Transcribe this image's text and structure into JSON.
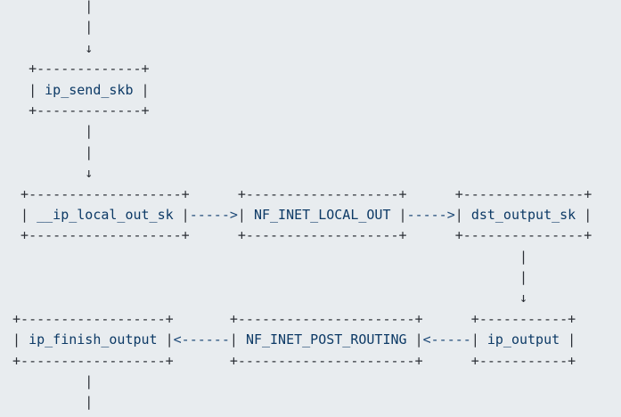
{
  "colors": {
    "background": "#e8ecef",
    "structure": "#2b2f36",
    "identifier": "#0d3a66",
    "arrow": "#1d4977"
  },
  "diagram": {
    "description": "ASCII flow diagram of Linux kernel IP packet output path",
    "nodes": [
      "ip_send_skb",
      "__ip_local_out_sk",
      "NF_INET_LOCAL_OUT",
      "dst_output_sk",
      "ip_output",
      "NF_INET_POST_ROUTING",
      "ip_finish_output"
    ],
    "edges": [
      [
        "ip_send_skb",
        "__ip_local_out_sk"
      ],
      [
        "__ip_local_out_sk",
        "NF_INET_LOCAL_OUT"
      ],
      [
        "NF_INET_LOCAL_OUT",
        "dst_output_sk"
      ],
      [
        "dst_output_sk",
        "ip_output"
      ],
      [
        "ip_output",
        "NF_INET_POST_ROUTING"
      ],
      [
        "NF_INET_POST_ROUTING",
        "ip_finish_output"
      ],
      [
        "ip_finish_output",
        "..."
      ]
    ],
    "lines": [
      [
        [
          "s",
          "          |"
        ]
      ],
      [
        [
          "s",
          "          |"
        ]
      ],
      [
        [
          "s",
          "          ↓"
        ]
      ],
      [
        [
          "s",
          "   +-------------+"
        ]
      ],
      [
        [
          "s",
          "   | "
        ],
        [
          "n",
          "ip_send_skb"
        ],
        [
          "s",
          " |"
        ]
      ],
      [
        [
          "s",
          "   +-------------+"
        ]
      ],
      [
        [
          "s",
          "          |"
        ]
      ],
      [
        [
          "s",
          "          |"
        ]
      ],
      [
        [
          "s",
          "          ↓"
        ]
      ],
      [
        [
          "s",
          "  +-------------------+      +-------------------+      +---------------+"
        ]
      ],
      [
        [
          "s",
          "  | "
        ],
        [
          "n",
          "__ip_local_out_sk"
        ],
        [
          "s",
          " |"
        ],
        [
          "a",
          "----->"
        ],
        [
          "s",
          "| "
        ],
        [
          "n",
          "NF_INET_LOCAL_OUT"
        ],
        [
          "s",
          " |"
        ],
        [
          "a",
          "----->"
        ],
        [
          "s",
          "| "
        ],
        [
          "n",
          "dst_output_sk"
        ],
        [
          "s",
          " |"
        ]
      ],
      [
        [
          "s",
          "  +-------------------+      +-------------------+      +---------------+"
        ]
      ],
      [
        [
          "s",
          "                                                                |"
        ]
      ],
      [
        [
          "s",
          "                                                                |"
        ]
      ],
      [
        [
          "s",
          "                                                                ↓"
        ]
      ],
      [
        [
          "s",
          " +------------------+       +----------------------+      +-----------+"
        ]
      ],
      [
        [
          "s",
          " | "
        ],
        [
          "n",
          "ip_finish_output"
        ],
        [
          "s",
          " |"
        ],
        [
          "a",
          "<------"
        ],
        [
          "s",
          "| "
        ],
        [
          "n",
          "NF_INET_POST_ROUTING"
        ],
        [
          "s",
          " |"
        ],
        [
          "a",
          "<-----"
        ],
        [
          "s",
          "| "
        ],
        [
          "n",
          "ip_output"
        ],
        [
          "s",
          " |"
        ]
      ],
      [
        [
          "s",
          " +------------------+       +----------------------+      +-----------+"
        ]
      ],
      [
        [
          "s",
          "          |"
        ]
      ],
      [
        [
          "s",
          "          |"
        ]
      ]
    ]
  }
}
